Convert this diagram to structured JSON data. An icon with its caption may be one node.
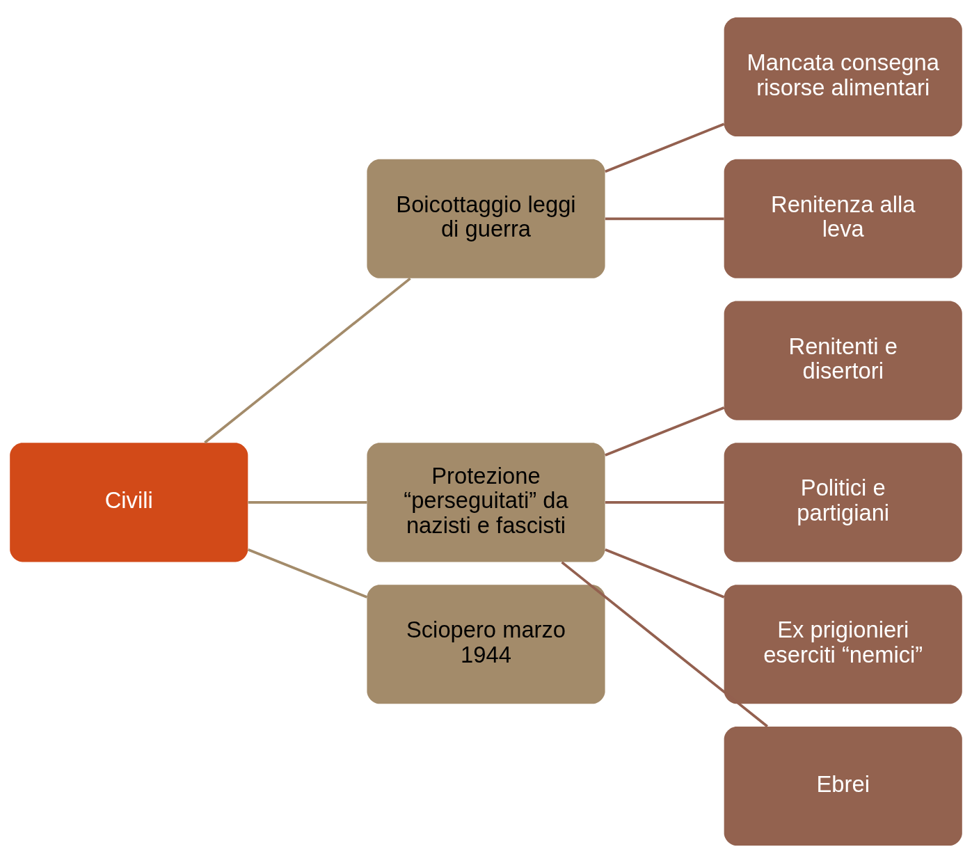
{
  "diagram": {
    "nodes": [
      {
        "text": [
          "Civili"
        ]
      },
      {
        "text": [
          "Boicottaggio leggi di guerra"
        ]
      },
      {
        "text": [
          "Protezione “perseguitati” da nazisti e fascisti"
        ]
      },
      {
        "text": [
          "Sciopero marzo 1944"
        ]
      },
      {
        "text": [
          "Mancata consegna risorse alimentari"
        ]
      },
      {
        "text": [
          "Renitenza alla leva"
        ]
      },
      {
        "text": [
          "Renitenti e disertori"
        ]
      },
      {
        "text": [
          "Politici e partigiani"
        ]
      },
      {
        "text": [
          "Ex prigionieri eserciti “nemici”"
        ]
      },
      {
        "text": [
          "Ebrei"
        ]
      }
    ],
    "edges": [
      {
        "from": 0,
        "to": 1,
        "arrow": "none",
        "color": "#a38b6a"
      },
      {
        "from": 0,
        "to": 2,
        "arrow": "none",
        "color": "#a38b6a"
      },
      {
        "from": 0,
        "to": 3,
        "arrow": "none",
        "color": "#a38b6a"
      },
      {
        "from": 1,
        "to": 4,
        "arrow": "none"
      },
      {
        "from": 1,
        "to": 5,
        "arrow": "none"
      },
      {
        "from": 2,
        "to": 6,
        "arrow": "none"
      },
      {
        "from": 2,
        "to": 7,
        "arrow": "none"
      },
      {
        "from": 2,
        "to": 8,
        "arrow": "none"
      },
      {
        "from": 2,
        "to": 9,
        "arrow": "none"
      }
    ]
  }
}
